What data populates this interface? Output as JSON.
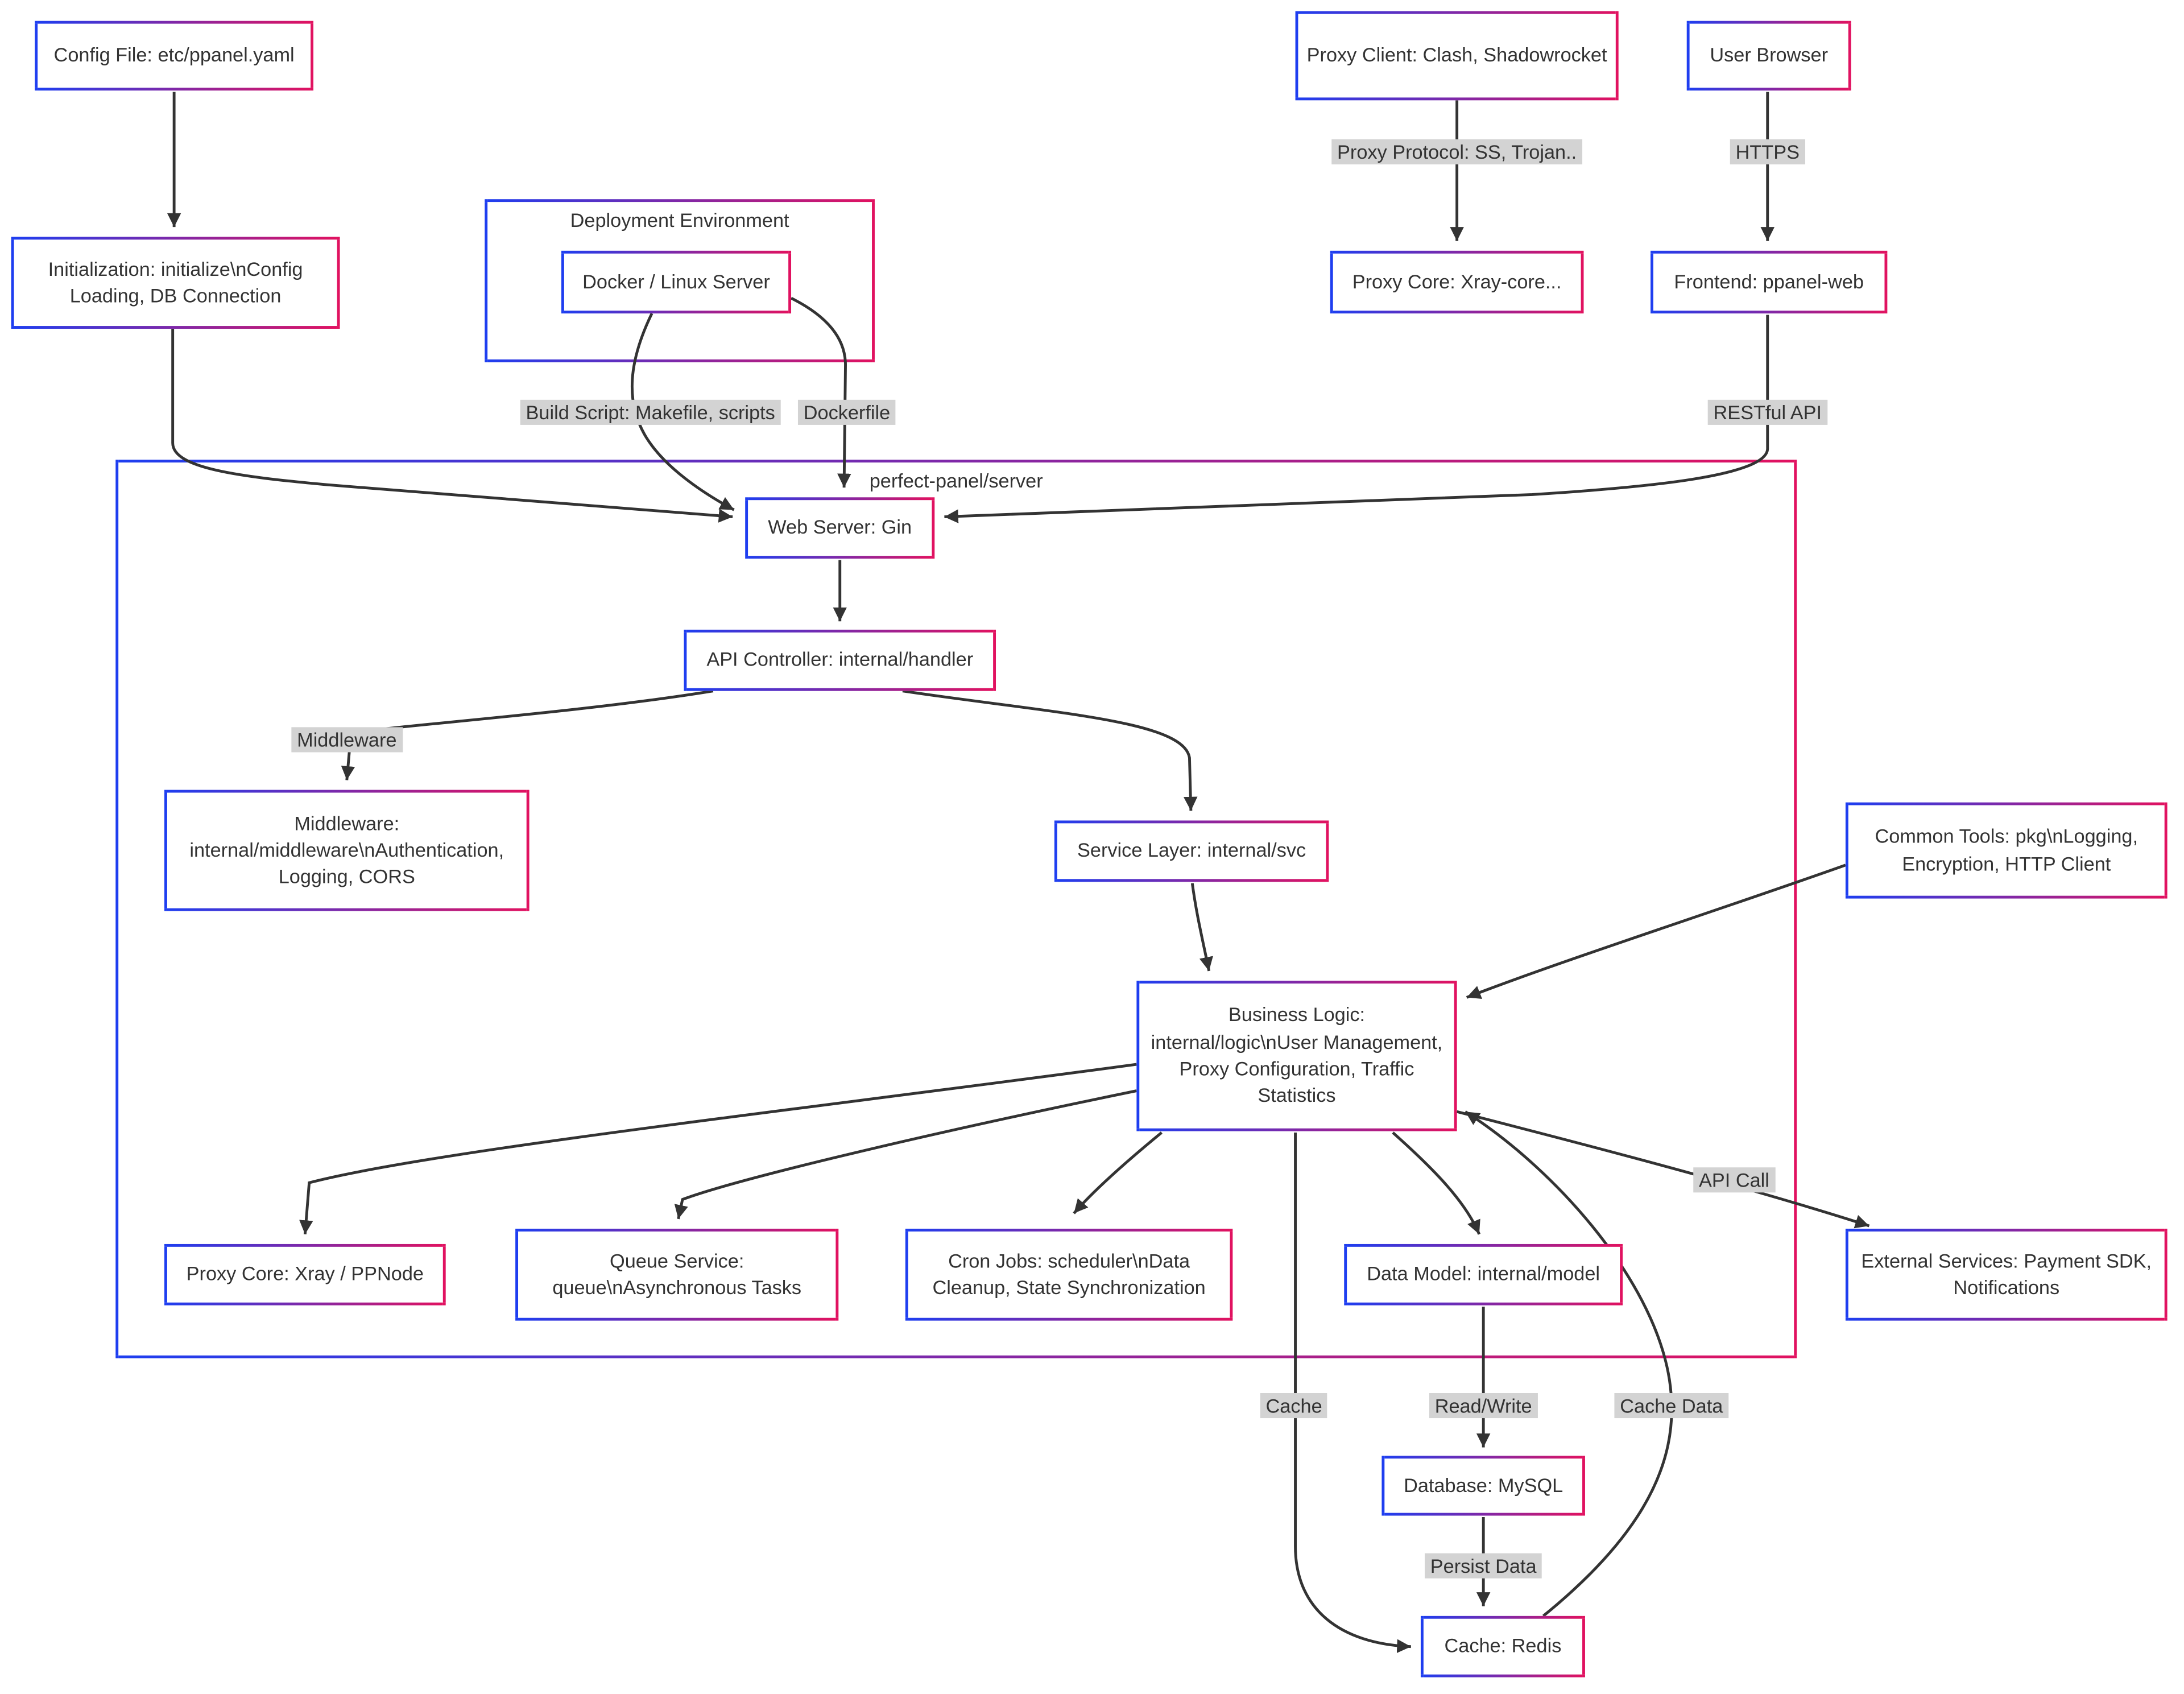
{
  "clusters": {
    "deployment": {
      "label": "Deployment Environment"
    },
    "server": {
      "label": "perfect-panel/server"
    }
  },
  "nodes": {
    "config_file": {
      "label": "Config File: etc/ppanel.yaml"
    },
    "init": {
      "label": "Initialization: initialize\\nConfig Loading, DB Connection"
    },
    "docker": {
      "label": "Docker / Linux Server"
    },
    "proxy_client": {
      "label": "Proxy Client: Clash, Shadowrocket"
    },
    "user_browser": {
      "label": "User Browser"
    },
    "proxy_core_xray": {
      "label": "Proxy Core: Xray-core..."
    },
    "frontend": {
      "label": "Frontend: ppanel-web"
    },
    "web_server": {
      "label": "Web Server: Gin"
    },
    "api_controller": {
      "label": "API Controller: internal/handler"
    },
    "middleware": {
      "label": "Middleware: internal/middleware\\nAuthentication, Logging, CORS"
    },
    "service_layer": {
      "label": "Service Layer: internal/svc"
    },
    "business_logic": {
      "label": "Business Logic: internal/logic\\nUser Management, Proxy Configuration, Traffic Statistics"
    },
    "common_tools": {
      "label": "Common Tools: pkg\\nLogging, Encryption, HTTP Client"
    },
    "proxy_core_node": {
      "label": "Proxy Core: Xray / PPNode"
    },
    "queue_service": {
      "label": "Queue Service: queue\\nAsynchronous Tasks"
    },
    "cron_jobs": {
      "label": "Cron Jobs: scheduler\\nData Cleanup, State Synchronization"
    },
    "data_model": {
      "label": "Data Model: internal/model"
    },
    "external_services": {
      "label": "External Services: Payment SDK, Notifications"
    },
    "database": {
      "label": "Database: MySQL"
    },
    "cache_redis": {
      "label": "Cache: Redis"
    }
  },
  "edge_labels": {
    "proxy_protocol": "Proxy Protocol: SS, Trojan..",
    "https": "HTTPS",
    "build_script": "Build Script: Makefile, scripts",
    "dockerfile": "Dockerfile",
    "restful_api": "RESTful API",
    "middleware": "Middleware",
    "api_call": "API Call",
    "cache": "Cache",
    "read_write": "Read/Write",
    "cache_data": "Cache Data",
    "persist_data": "Persist Data"
  },
  "colors": {
    "border_start": "#1e3ef0",
    "border_end": "#e11260",
    "edge": "#333333",
    "label_bg": "#d3d3d3",
    "text": "#333333"
  }
}
